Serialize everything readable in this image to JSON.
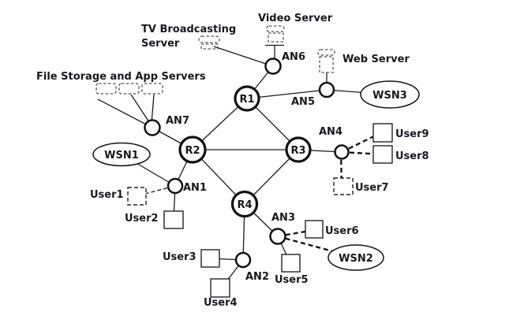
{
  "diagram": {
    "type": "network-topology",
    "routers": {
      "r1": "R1",
      "r2": "R2",
      "r3": "R3",
      "r4": "R4"
    },
    "access_nodes": {
      "an1": "AN1",
      "an2": "AN2",
      "an3": "AN3",
      "an4": "AN4",
      "an5": "AN5",
      "an6": "AN6",
      "an7": "AN7"
    },
    "servers": {
      "video": "Video Server",
      "tv_line1": "TV Broadcasting",
      "tv_line2": "Server",
      "web": "Web Server",
      "file_app": "File Storage and App Servers"
    },
    "wsns": {
      "wsn1": "WSN1",
      "wsn2": "WSN2",
      "wsn3": "WSN3"
    },
    "users": {
      "user1": "User1",
      "user2": "User2",
      "user3": "User3",
      "user4": "User4",
      "user5": "User5",
      "user6": "User6",
      "user7": "User7",
      "user8": "User8",
      "user9": "User9"
    },
    "links": [
      "R1-R2",
      "R1-R3",
      "R2-R3",
      "R2-R4",
      "R3-R4",
      "R1-AN6",
      "R1-AN5",
      "R2-AN7",
      "R2-AN1",
      "R3-AN4",
      "R4-AN2",
      "R4-AN3",
      "AN6-VideoServer",
      "AN6-TVBroadcastingServer",
      "AN5-WebServer",
      "AN5-WSN3",
      "AN7-FileStorageAndAppServers",
      "AN1-WSN1",
      "AN1-User1",
      "AN1-User2",
      "AN2-User3",
      "AN2-User4",
      "AN3-User5",
      "AN3-User6",
      "AN3-WSN2",
      "AN4-User7",
      "AN4-User8",
      "AN4-User9"
    ],
    "colors": {
      "background": "#ffffff",
      "line": "#1c1c1c",
      "text": "#181820"
    }
  }
}
